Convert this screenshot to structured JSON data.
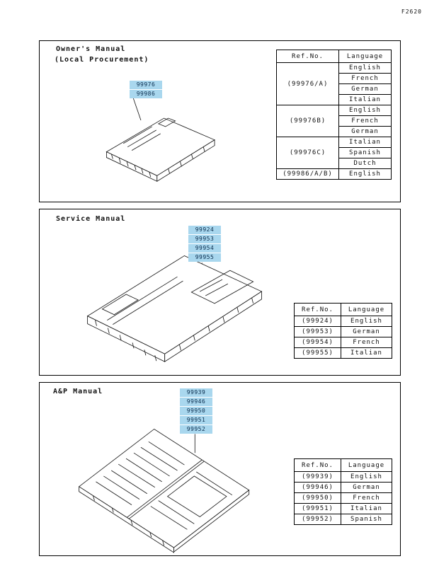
{
  "page": {
    "figure_code": "F2620"
  },
  "colors": {
    "callout_bg": "#a9d7ee",
    "callout_text": "#0b2e4f"
  },
  "panels": [
    {
      "title": "Owner's Manual",
      "subtitle": "(Local Procurement)",
      "callouts": [
        "99976",
        "99986"
      ],
      "table": {
        "headers": [
          "Ref.No.",
          "Language"
        ],
        "groups": [
          {
            "ref": "(99976/A)",
            "languages": [
              "English",
              "French",
              "German",
              "Italian"
            ]
          },
          {
            "ref": "(99976B)",
            "languages": [
              "English",
              "French",
              "German"
            ]
          },
          {
            "ref": "(99976C)",
            "languages": [
              "Italian",
              "Spanish",
              "Dutch"
            ]
          },
          {
            "ref": "(99986/A/B)",
            "languages": [
              "English"
            ]
          }
        ]
      }
    },
    {
      "title": "Service Manual",
      "callouts": [
        "99924",
        "99953",
        "99954",
        "99955"
      ],
      "table": {
        "headers": [
          "Ref.No.",
          "Language"
        ],
        "groups": [
          {
            "ref": "(99924)",
            "languages": [
              "English"
            ]
          },
          {
            "ref": "(99953)",
            "languages": [
              "German"
            ]
          },
          {
            "ref": "(99954)",
            "languages": [
              "French"
            ]
          },
          {
            "ref": "(99955)",
            "languages": [
              "Italian"
            ]
          }
        ]
      }
    },
    {
      "title": "A&P Manual",
      "callouts": [
        "99939",
        "99946",
        "99950",
        "99951",
        "99952"
      ],
      "table": {
        "headers": [
          "Ref.No.",
          "Language"
        ],
        "groups": [
          {
            "ref": "(99939)",
            "languages": [
              "English"
            ]
          },
          {
            "ref": "(99946)",
            "languages": [
              "German"
            ]
          },
          {
            "ref": "(99950)",
            "languages": [
              "French"
            ]
          },
          {
            "ref": "(99951)",
            "languages": [
              "Italian"
            ]
          },
          {
            "ref": "(99952)",
            "languages": [
              "Spanish"
            ]
          }
        ]
      }
    }
  ]
}
